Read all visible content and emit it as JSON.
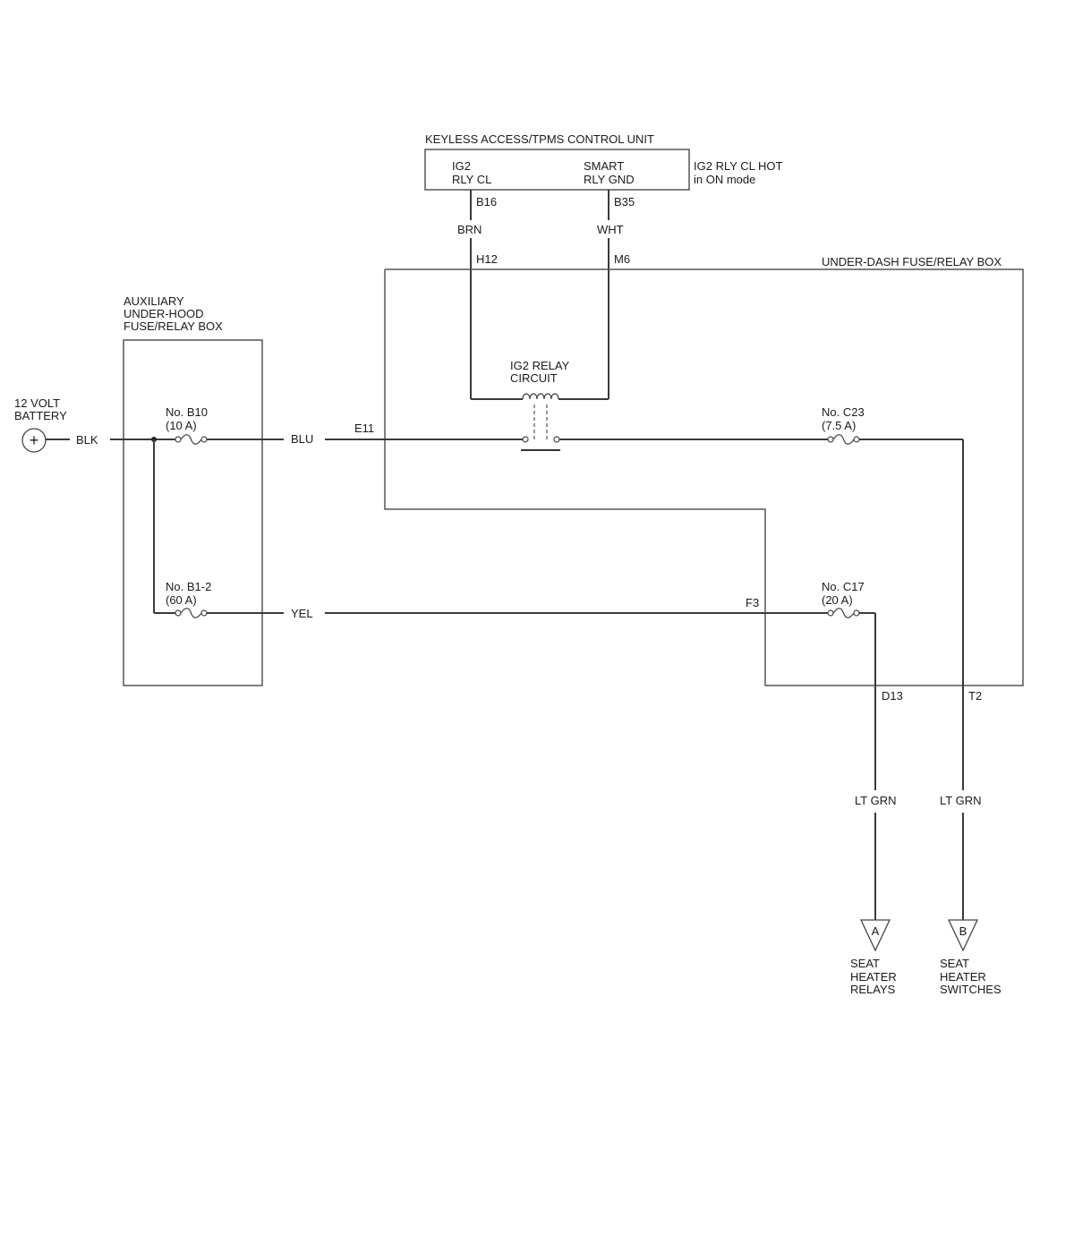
{
  "control_unit": {
    "title": "KEYLESS ACCESS/TPMS CONTROL UNIT",
    "pin1_line1": "IG2",
    "pin1_line2": "RLY CL",
    "pin2_line1": "SMART",
    "pin2_line2": "RLY GND",
    "note_line1": "IG2 RLY CL HOT",
    "note_line2": "in ON mode"
  },
  "connectors": {
    "b16": "B16",
    "b35": "B35",
    "h12": "H12",
    "m6": "M6",
    "e11": "E11",
    "f3": "F3",
    "d13": "D13",
    "t2": "T2"
  },
  "wires": {
    "brn": "BRN",
    "wht": "WHT",
    "blk": "BLK",
    "blu": "BLU",
    "yel": "YEL",
    "lt_grn_a": "LT GRN",
    "lt_grn_b": "LT GRN"
  },
  "under_dash_box": {
    "title": "UNDER-DASH FUSE/RELAY BOX"
  },
  "aux_box": {
    "title_line1": "AUXILIARY",
    "title_line2": "UNDER-HOOD",
    "title_line3": "FUSE/RELAY BOX"
  },
  "battery": {
    "label_line1": "12 VOLT",
    "label_line2": "BATTERY",
    "symbol": "+"
  },
  "relay": {
    "label_line1": "IG2 RELAY",
    "label_line2": "CIRCUIT"
  },
  "fuses": {
    "b10_name": "No. B10",
    "b10_rating": "(10 A)",
    "b1_2_name": "No. B1-2",
    "b1_2_rating": "(60 A)",
    "c23_name": "No. C23",
    "c23_rating": "(7.5 A)",
    "c17_name": "No. C17",
    "c17_rating": "(20 A)"
  },
  "outputs": {
    "a_letter": "A",
    "a_line1": "SEAT",
    "a_line2": "HEATER",
    "a_line3": "RELAYS",
    "b_letter": "B",
    "b_line1": "SEAT",
    "b_line2": "HEATER",
    "b_line3": "SWITCHES"
  }
}
